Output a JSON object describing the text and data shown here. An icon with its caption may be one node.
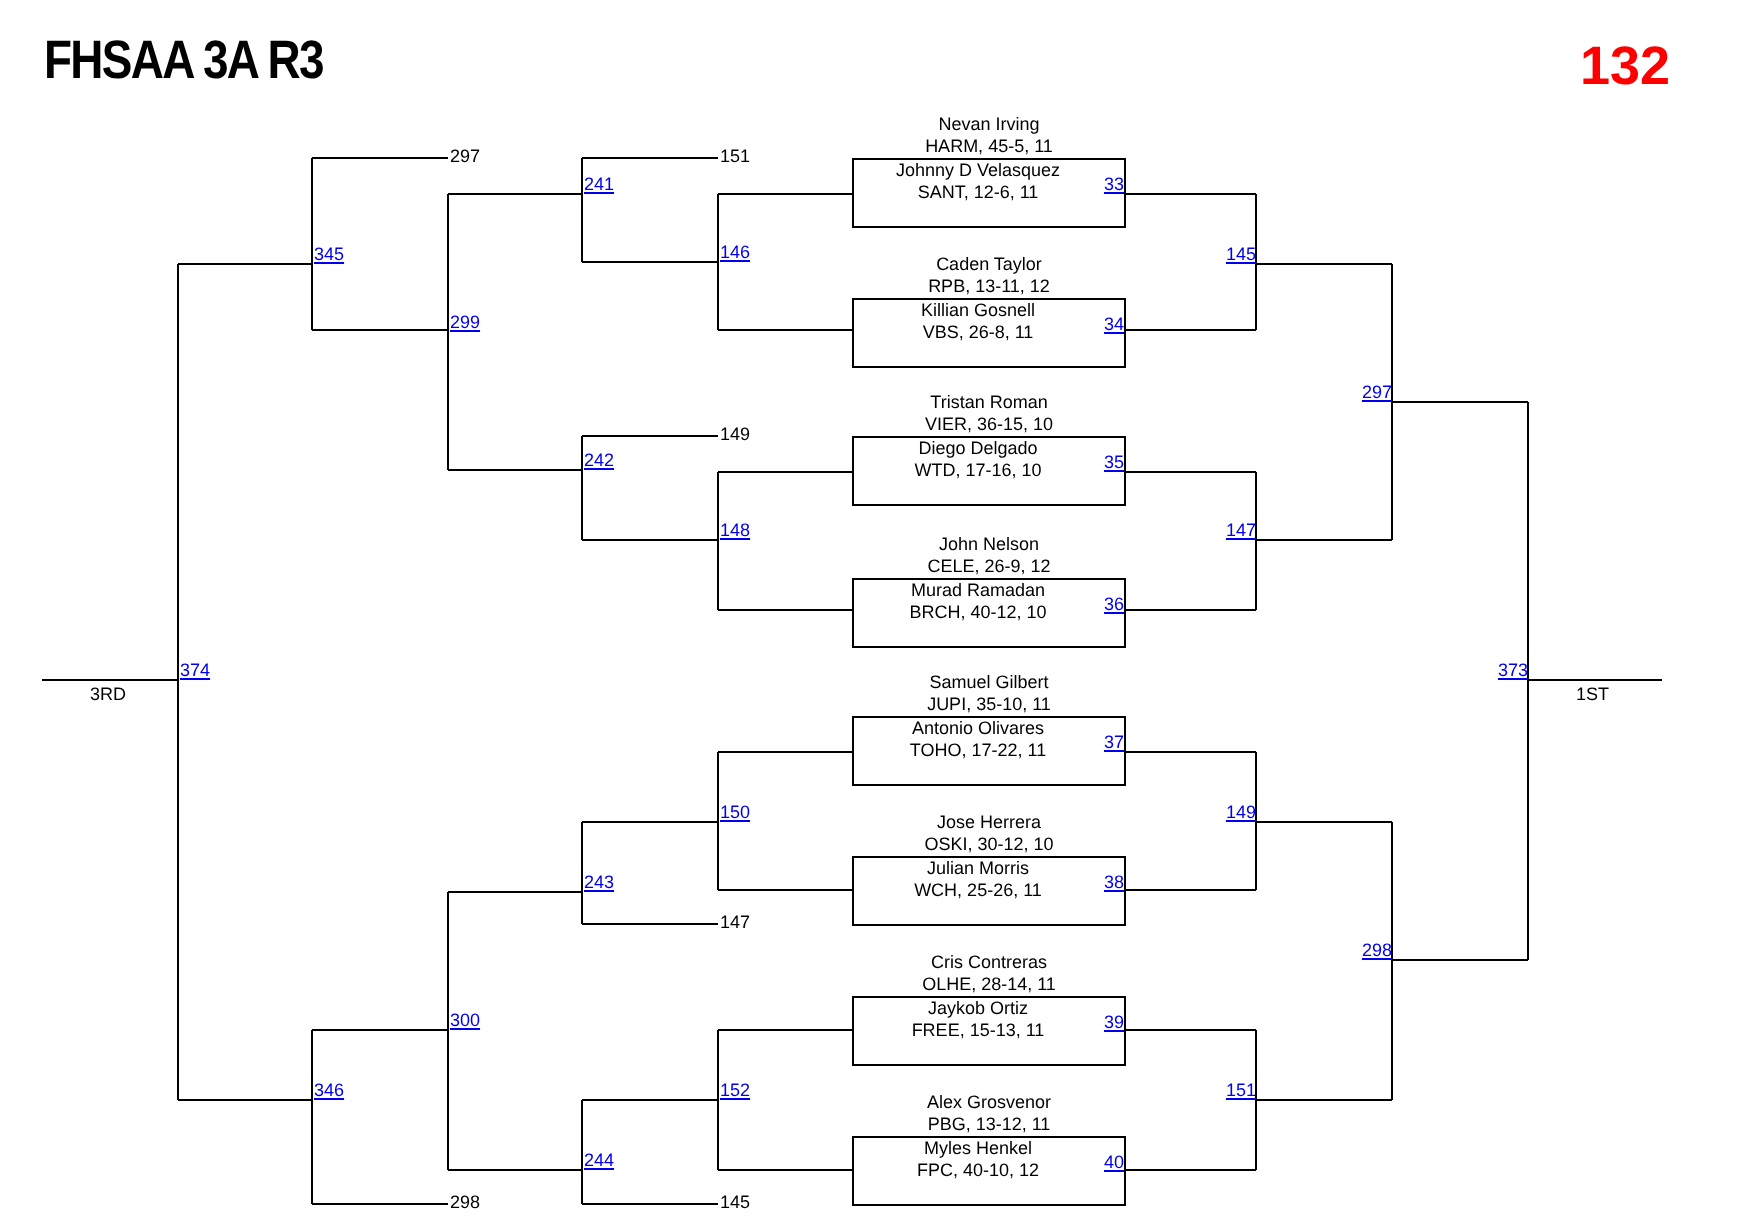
{
  "diagram": {
    "title": "FHSAA 3A R3",
    "nodes": [
      {
        "text": [
          "Nevan Irving",
          "HARM, 45-5, 11",
          "Johnny D Velasquez",
          "SANT, 12-6, 11",
          "33"
        ]
      },
      {
        "text": [
          "Caden Taylor",
          "RPB, 13-11, 12",
          "Killian Gosnell",
          "VBS, 26-8, 11",
          "34"
        ]
      },
      {
        "text": [
          "Tristan Roman",
          "VIER, 36-15, 10",
          "Diego Delgado",
          "WTD, 17-16, 10",
          "35"
        ]
      },
      {
        "text": [
          "John Nelson",
          "CELE, 26-9, 12",
          "Murad Ramadan",
          "BRCH, 40-12, 10",
          "36"
        ]
      },
      {
        "text": [
          "Samuel Gilbert",
          "JUPI, 35-10, 11",
          "Antonio Olivares",
          "TOHO, 17-22, 11",
          "37"
        ]
      },
      {
        "text": [
          "Jose Herrera",
          "OSKI, 30-12, 10",
          "Julian Morris",
          "WCH, 25-26, 11",
          "38"
        ]
      },
      {
        "text": [
          "Cris Contreras",
          "OLHE, 28-14, 11",
          "Jaykob Ortiz",
          "FREE, 15-13, 11",
          "39"
        ]
      },
      {
        "text": [
          "Alex Grosvenor",
          "PBG, 13-12, 11",
          "Myles Henkel",
          "FPC, 40-10, 12",
          "40"
        ]
      }
    ],
    "labels": [
      "132",
      "297",
      "151",
      "241",
      "345",
      "146",
      "145",
      "299",
      "297",
      "149",
      "242",
      "148",
      "147",
      "3RD",
      "374",
      "373",
      "1ST",
      "150",
      "149",
      "243",
      "147",
      "298",
      "300",
      "346",
      "152",
      "151",
      "244",
      "298",
      "145"
    ]
  }
}
